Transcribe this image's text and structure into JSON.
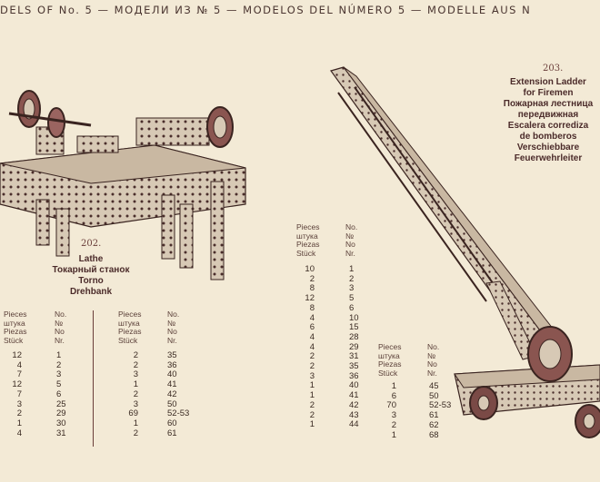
{
  "header": {
    "text": "DELS OF No. 5 — МОДЕЛИ ИЗ № 5 — MODELOS DEL NÚMERO 5 — MODELLE AUS N"
  },
  "lathe": {
    "number": "202.",
    "titles": [
      "Lathe",
      "Токарный станок",
      "Torno",
      "Drehbank"
    ],
    "headers": {
      "pieces": [
        "Pieces",
        "штука",
        "Piezas",
        "Stück"
      ],
      "no": [
        "No.",
        "№",
        "No",
        "Nr."
      ]
    },
    "table_a": [
      [
        "12",
        "1"
      ],
      [
        "4",
        "2"
      ],
      [
        "7",
        "3"
      ],
      [
        "12",
        "5"
      ],
      [
        "7",
        "6"
      ],
      [
        "3",
        "25"
      ],
      [
        "2",
        "29"
      ],
      [
        "1",
        "30"
      ],
      [
        "4",
        "31"
      ]
    ],
    "table_b": [
      [
        "2",
        "35"
      ],
      [
        "2",
        "36"
      ],
      [
        "3",
        "40"
      ],
      [
        "1",
        "41"
      ],
      [
        "2",
        "42"
      ],
      [
        "3",
        "50"
      ],
      [
        "69",
        "52-53"
      ],
      [
        "1",
        "60"
      ],
      [
        "2",
        "61"
      ]
    ]
  },
  "ladder": {
    "number": "203.",
    "titles": [
      "Extension Ladder",
      "for Firemen",
      "Пожарная лестница",
      "передвижная",
      "Escalera corrediza",
      "de bomberos",
      "Verschiebbare",
      "Feuerwehrleiter"
    ],
    "headers": {
      "pieces": [
        "Pieces",
        "штука",
        "Piezas",
        "Stück"
      ],
      "no": [
        "No.",
        "№",
        "No",
        "Nr."
      ]
    },
    "table_a": [
      [
        "10",
        "1"
      ],
      [
        "2",
        "2"
      ],
      [
        "8",
        "3"
      ],
      [
        "12",
        "5"
      ],
      [
        "8",
        "6"
      ],
      [
        "4",
        "10"
      ],
      [
        "6",
        "15"
      ],
      [
        "4",
        "28"
      ],
      [
        "4",
        "29"
      ],
      [
        "2",
        "31"
      ],
      [
        "2",
        "35"
      ],
      [
        "3",
        "36"
      ],
      [
        "1",
        "40"
      ],
      [
        "1",
        "41"
      ],
      [
        "2",
        "42"
      ],
      [
        "2",
        "43"
      ],
      [
        "1",
        "44"
      ]
    ],
    "table_b": [
      [
        "1",
        "45"
      ],
      [
        "6",
        "50"
      ],
      [
        "70",
        "52-53"
      ],
      [
        "3",
        "61"
      ],
      [
        "2",
        "62"
      ],
      [
        "1",
        "68"
      ]
    ]
  }
}
